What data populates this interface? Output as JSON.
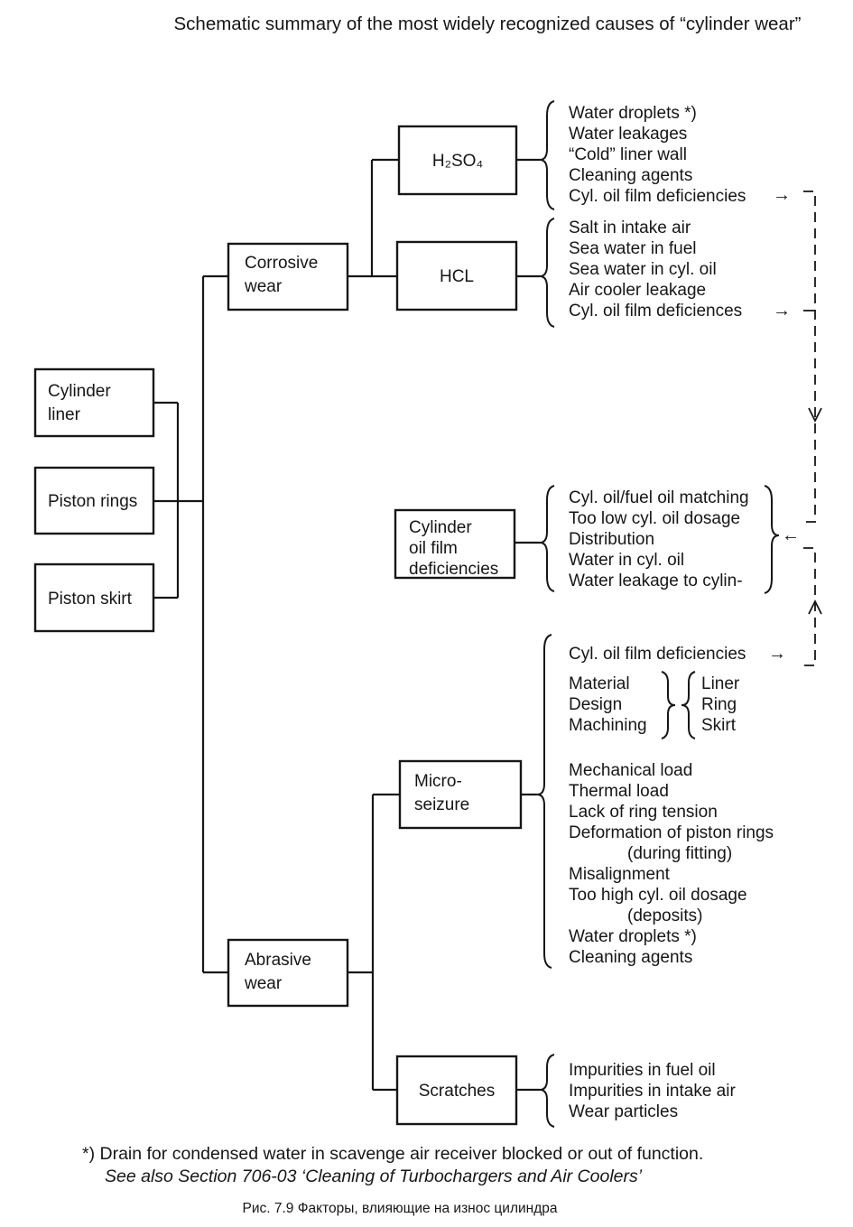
{
  "title": "Schematic summary of the most widely recognized causes of “cylinder wear”",
  "left_boxes": {
    "cylinder_liner": {
      "line1": "Cylinder",
      "line2": "liner"
    },
    "piston_rings": {
      "label": "Piston rings"
    },
    "piston_skirt": {
      "label": "Piston skirt"
    }
  },
  "wear_types": {
    "corrosive": {
      "line1": "Corrosive",
      "line2": "wear"
    },
    "abrasive": {
      "line1": "Abrasive",
      "line2": "wear"
    }
  },
  "mechanisms": {
    "h2so4": {
      "label": "H₂SO₄"
    },
    "hcl": {
      "label": "HCL"
    },
    "oil_film": {
      "line1": "Cylinder",
      "line2": "oil film",
      "line3": "deficiencies"
    },
    "micro_seizure": {
      "line1": "Micro-",
      "line2": "seizure"
    },
    "scratches": {
      "label": "Scratches"
    }
  },
  "causes": {
    "h2so4": [
      "Water droplets *)",
      "Water leakages",
      "“Cold” liner wall",
      "Cleaning agents",
      "Cyl. oil film deficiencies"
    ],
    "hcl": [
      "Salt in intake air",
      "Sea water in fuel",
      "Sea water in cyl. oil",
      "Air cooler leakage",
      "Cyl. oil film deficiences"
    ],
    "oil_film": [
      "Cyl. oil/fuel oil matching",
      "Too low cyl. oil dosage",
      "Distribution",
      "Water in cyl. oil",
      "Water leakage to cylin-"
    ],
    "micro_seizure_first": "Cyl. oil film deficiencies",
    "micro_matrix": {
      "left": [
        "Material",
        "Design",
        "Machining"
      ],
      "right": [
        "Liner",
        "Ring",
        "Skirt"
      ]
    },
    "micro_seizure": [
      "Mechanical load",
      "Thermal load",
      "Lack of ring tension",
      "Deformation of piston rings",
      "(during fitting)",
      "Misalignment",
      "Too high cyl. oil dosage",
      "(deposits)",
      "Water droplets *)",
      "Cleaning agents"
    ],
    "scratches": [
      "Impurities in fuel oil",
      "Impurities in intake air",
      "Wear particles"
    ]
  },
  "arrows": {
    "right": "→",
    "left": "←"
  },
  "footnote": {
    "line1": "*) Drain for condensed water in scavenge air receiver blocked or out of function.",
    "line2": "See also Section 706-03 ‘Cleaning of Turbochargers and Air Coolers’"
  },
  "caption": "Рис. 7.9 Факторы, влияющие на износ цилиндра"
}
